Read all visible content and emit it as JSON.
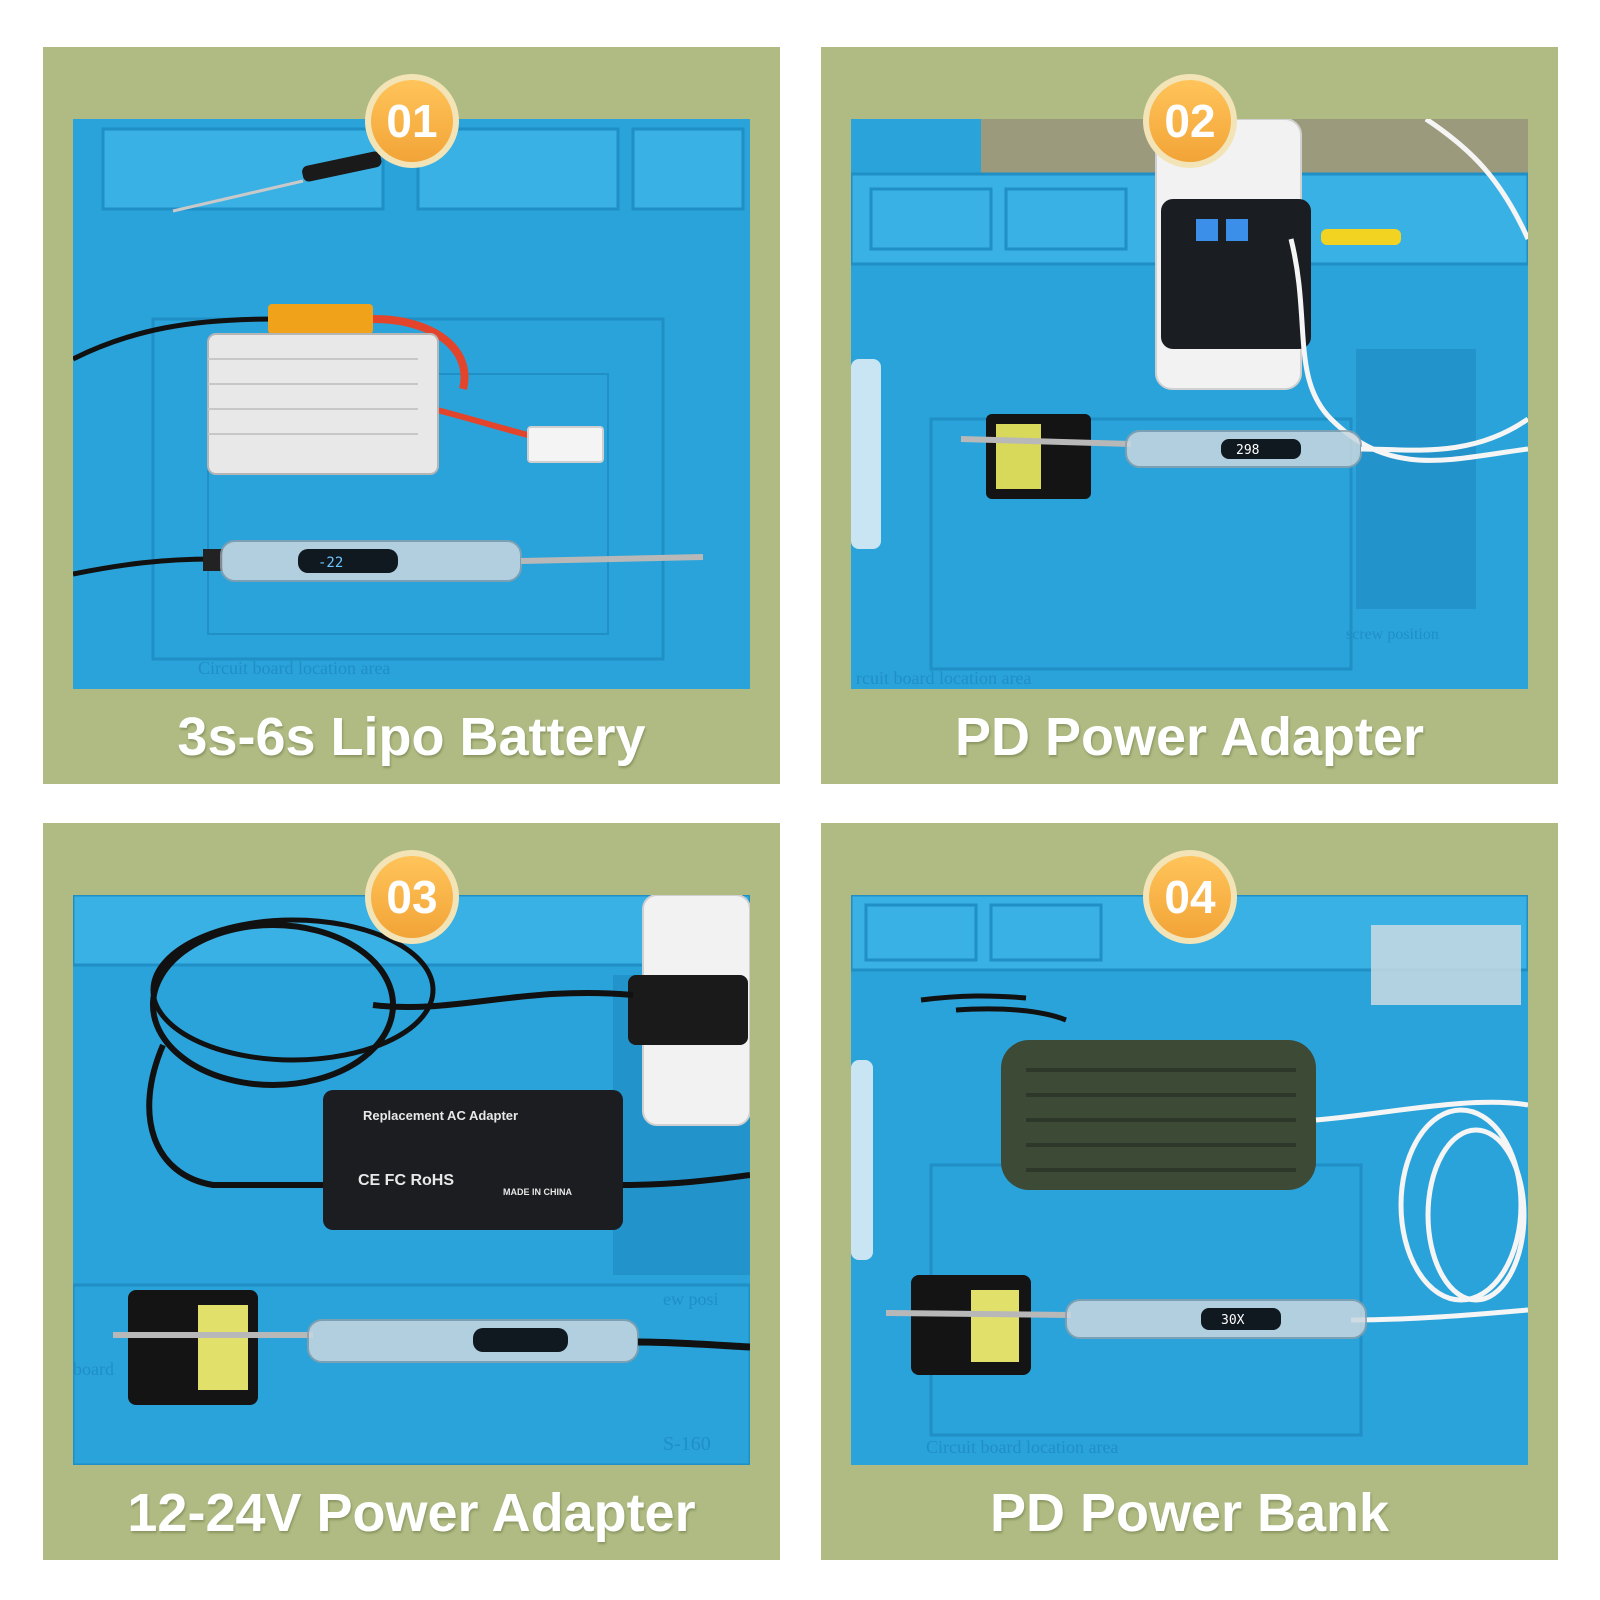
{
  "colors": {
    "card_background": "#afbb82",
    "badge_fill": "#f7ad3e",
    "badge_ring": "#f3e4b8",
    "caption_text": "#ffffff",
    "mat_blue": "#2aa3da"
  },
  "cards": [
    {
      "number": "01",
      "caption": "3s-6s Lipo Battery",
      "mat_labels": [
        "Circuit board location area"
      ]
    },
    {
      "number": "02",
      "caption": "PD Power Adapter",
      "iron_display": "298",
      "mat_labels": [
        "rcuit board location area",
        "screw position"
      ]
    },
    {
      "number": "03",
      "caption": "12-24V Power Adapter",
      "adapter_label": "Replacement AC Adapter",
      "adapter_marks": "CE FC RoHS",
      "adapter_origin": "MADE IN CHINA",
      "mat_labels": [
        "board",
        "ew posi",
        "S-160"
      ]
    },
    {
      "number": "04",
      "caption": "PD Power Bank",
      "iron_display": "30X",
      "mat_labels": [
        "Circuit board location area"
      ]
    }
  ]
}
